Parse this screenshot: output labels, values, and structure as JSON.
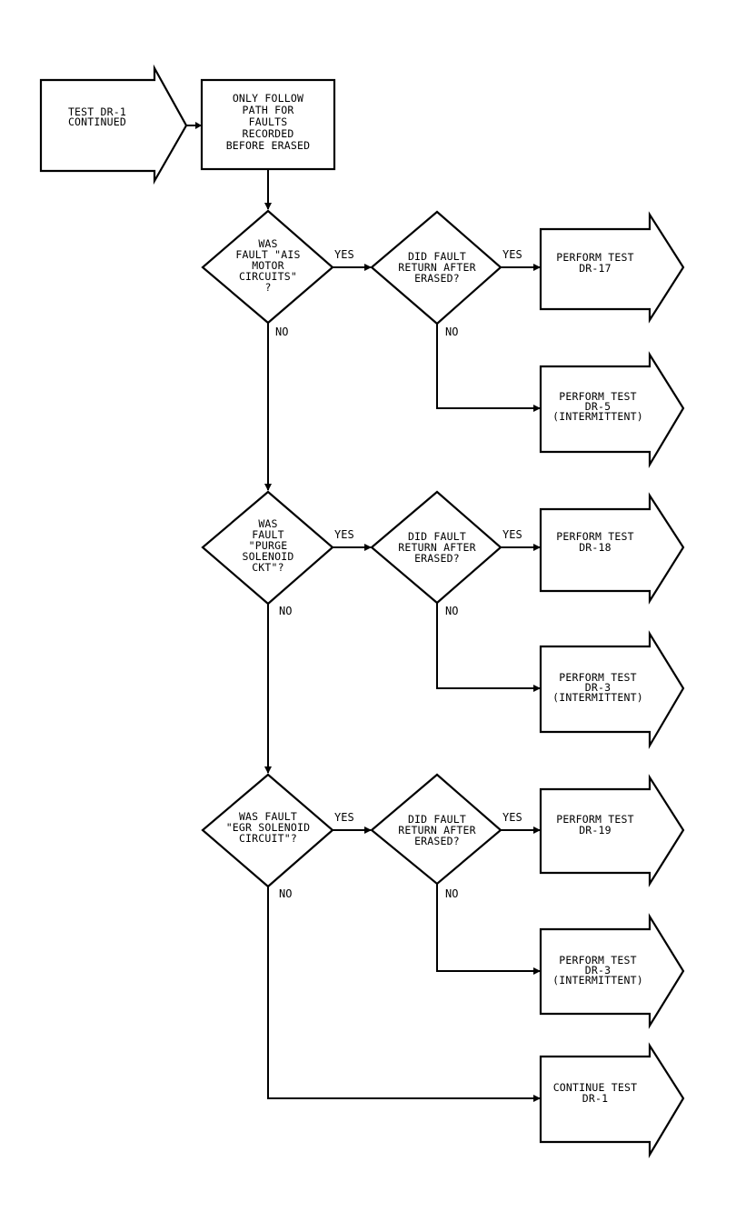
{
  "flowchart": {
    "start": {
      "lines": [
        "TEST DR-1",
        "CONTINUED"
      ]
    },
    "note": {
      "lines": [
        "ONLY FOLLOW",
        "PATH FOR",
        "FAULTS",
        "RECORDED",
        "BEFORE ERASED"
      ]
    },
    "q1": {
      "lines": [
        "WAS",
        "FAULT \"AIS",
        "MOTOR",
        "CIRCUITS\"",
        "?"
      ]
    },
    "q1_return": {
      "lines": [
        "DID FAULT",
        "RETURN AFTER",
        "ERASED?"
      ]
    },
    "q1_yes_action": {
      "lines": [
        "PERFORM TEST",
        "DR-17"
      ]
    },
    "q1_no_action": {
      "lines": [
        "PERFORM TEST",
        "DR-5",
        "(INTERMITTENT)"
      ]
    },
    "q2": {
      "lines": [
        "WAS",
        "FAULT",
        "\"PURGE",
        "SOLENOID",
        "CKT\"?"
      ]
    },
    "q2_return": {
      "lines": [
        "DID FAULT",
        "RETURN AFTER",
        "ERASED?"
      ]
    },
    "q2_yes_action": {
      "lines": [
        "PERFORM TEST",
        "DR-18"
      ]
    },
    "q2_no_action": {
      "lines": [
        "PERFORM TEST",
        "DR-3",
        "(INTERMITTENT)"
      ]
    },
    "q3": {
      "lines": [
        "WAS FAULT",
        "\"EGR SOLENOID",
        "CIRCUIT\"?"
      ]
    },
    "q3_return": {
      "lines": [
        "DID FAULT",
        "RETURN AFTER",
        "ERASED?"
      ]
    },
    "q3_yes_action": {
      "lines": [
        "PERFORM TEST",
        "DR-19"
      ]
    },
    "q3_no_action": {
      "lines": [
        "PERFORM TEST",
        "DR-3",
        "(INTERMITTENT)"
      ]
    },
    "end": {
      "lines": [
        "CONTINUE TEST",
        "DR-1"
      ]
    },
    "labels": {
      "yes": "YES",
      "no": "NO"
    }
  }
}
